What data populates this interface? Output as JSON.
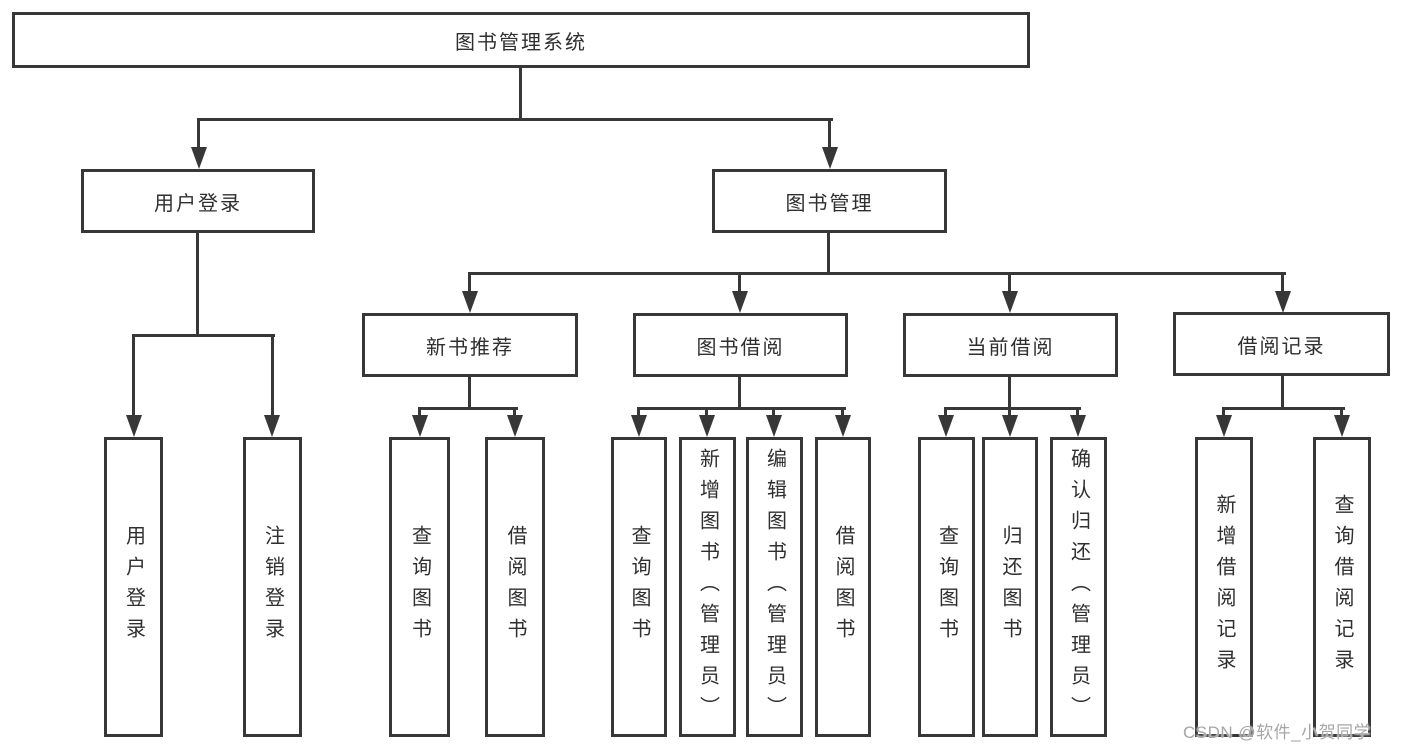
{
  "diagram": {
    "title": "图书管理系统",
    "level2": [
      {
        "label": "用户登录",
        "children": [
          "用户登录",
          "注销登录"
        ]
      },
      {
        "label": "图书管理"
      }
    ],
    "level3": [
      {
        "label": "新书推荐",
        "children": [
          "查询图书",
          "借阅图书"
        ]
      },
      {
        "label": "图书借阅",
        "children": [
          "查询图书",
          "新增图书（管理员）",
          "编辑图书（管理员）",
          "借阅图书"
        ]
      },
      {
        "label": "当前借阅",
        "children": [
          "查询图书",
          "归还图书",
          "确认归还（管理员）"
        ]
      },
      {
        "label": "借阅记录",
        "children": [
          "新增借阅记录",
          "查询借阅记录"
        ]
      }
    ]
  },
  "watermark": "CSDN @软件_小贺同学",
  "colors": {
    "line": "#373737",
    "text": "#2f2f2f",
    "watermark": "#a6a6a6",
    "bg": "#ffffff"
  }
}
